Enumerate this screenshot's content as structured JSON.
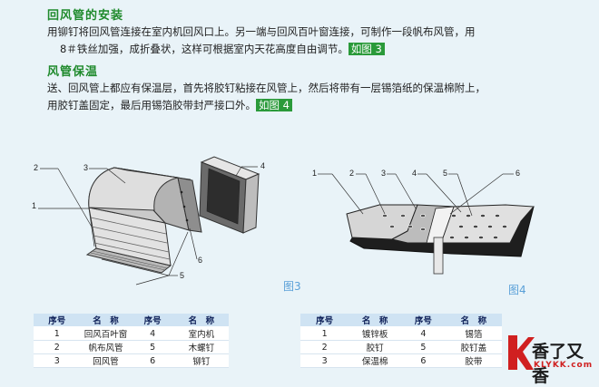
{
  "section1": {
    "title": "回风管的安装",
    "line1": "用铆钉将回风管连接在室内机回风口上。另一端与回风百叶窗连接，可制作一段帆布风管，用",
    "line2": "8＃铁丝加强，成折叠状，这样可根据室内天花高度自由调节。",
    "ref": "如图 3"
  },
  "section2": {
    "title": "风管保温",
    "line1": "送、回风管上都应有保温层，首先将胶钉粘接在风管上，然后将带有一层锡箔纸的保温棉附上，",
    "line2": "用胶钉盖固定，最后用锡箔胶带封严接口外。",
    "ref": "如图 4"
  },
  "figure3": {
    "caption": "图3",
    "labels": [
      "1",
      "2",
      "3",
      "4",
      "5",
      "6",
      "5"
    ]
  },
  "figure4": {
    "caption": "图4",
    "labels": [
      "1",
      "2",
      "3",
      "4",
      "5",
      "6"
    ]
  },
  "table3": {
    "headers": [
      "序号",
      "名　称",
      "序号",
      "名　称"
    ],
    "rows": [
      [
        "1",
        "回风百叶窗",
        "4",
        "室内机"
      ],
      [
        "2",
        "帆布风管",
        "5",
        "木螺钉"
      ],
      [
        "3",
        "回风管",
        "6",
        "铆钉"
      ]
    ]
  },
  "table4": {
    "headers": [
      "序号",
      "名　称",
      "序号",
      "名　称"
    ],
    "rows": [
      [
        "1",
        "镀锌板",
        "4",
        "锡箔"
      ],
      [
        "2",
        "胶钉",
        "5",
        "胶钉盖"
      ],
      [
        "3",
        "保温棉",
        "6",
        "胶带"
      ]
    ]
  },
  "watermark": {
    "text": "香了又香",
    "url": "KLYKK.com"
  },
  "colors": {
    "heading": "#1f8a2c",
    "fig_tag": "#2a9a3a",
    "table_header": "#cfe3f3",
    "caption": "#5aa0d8",
    "accent_red": "#d02020"
  }
}
